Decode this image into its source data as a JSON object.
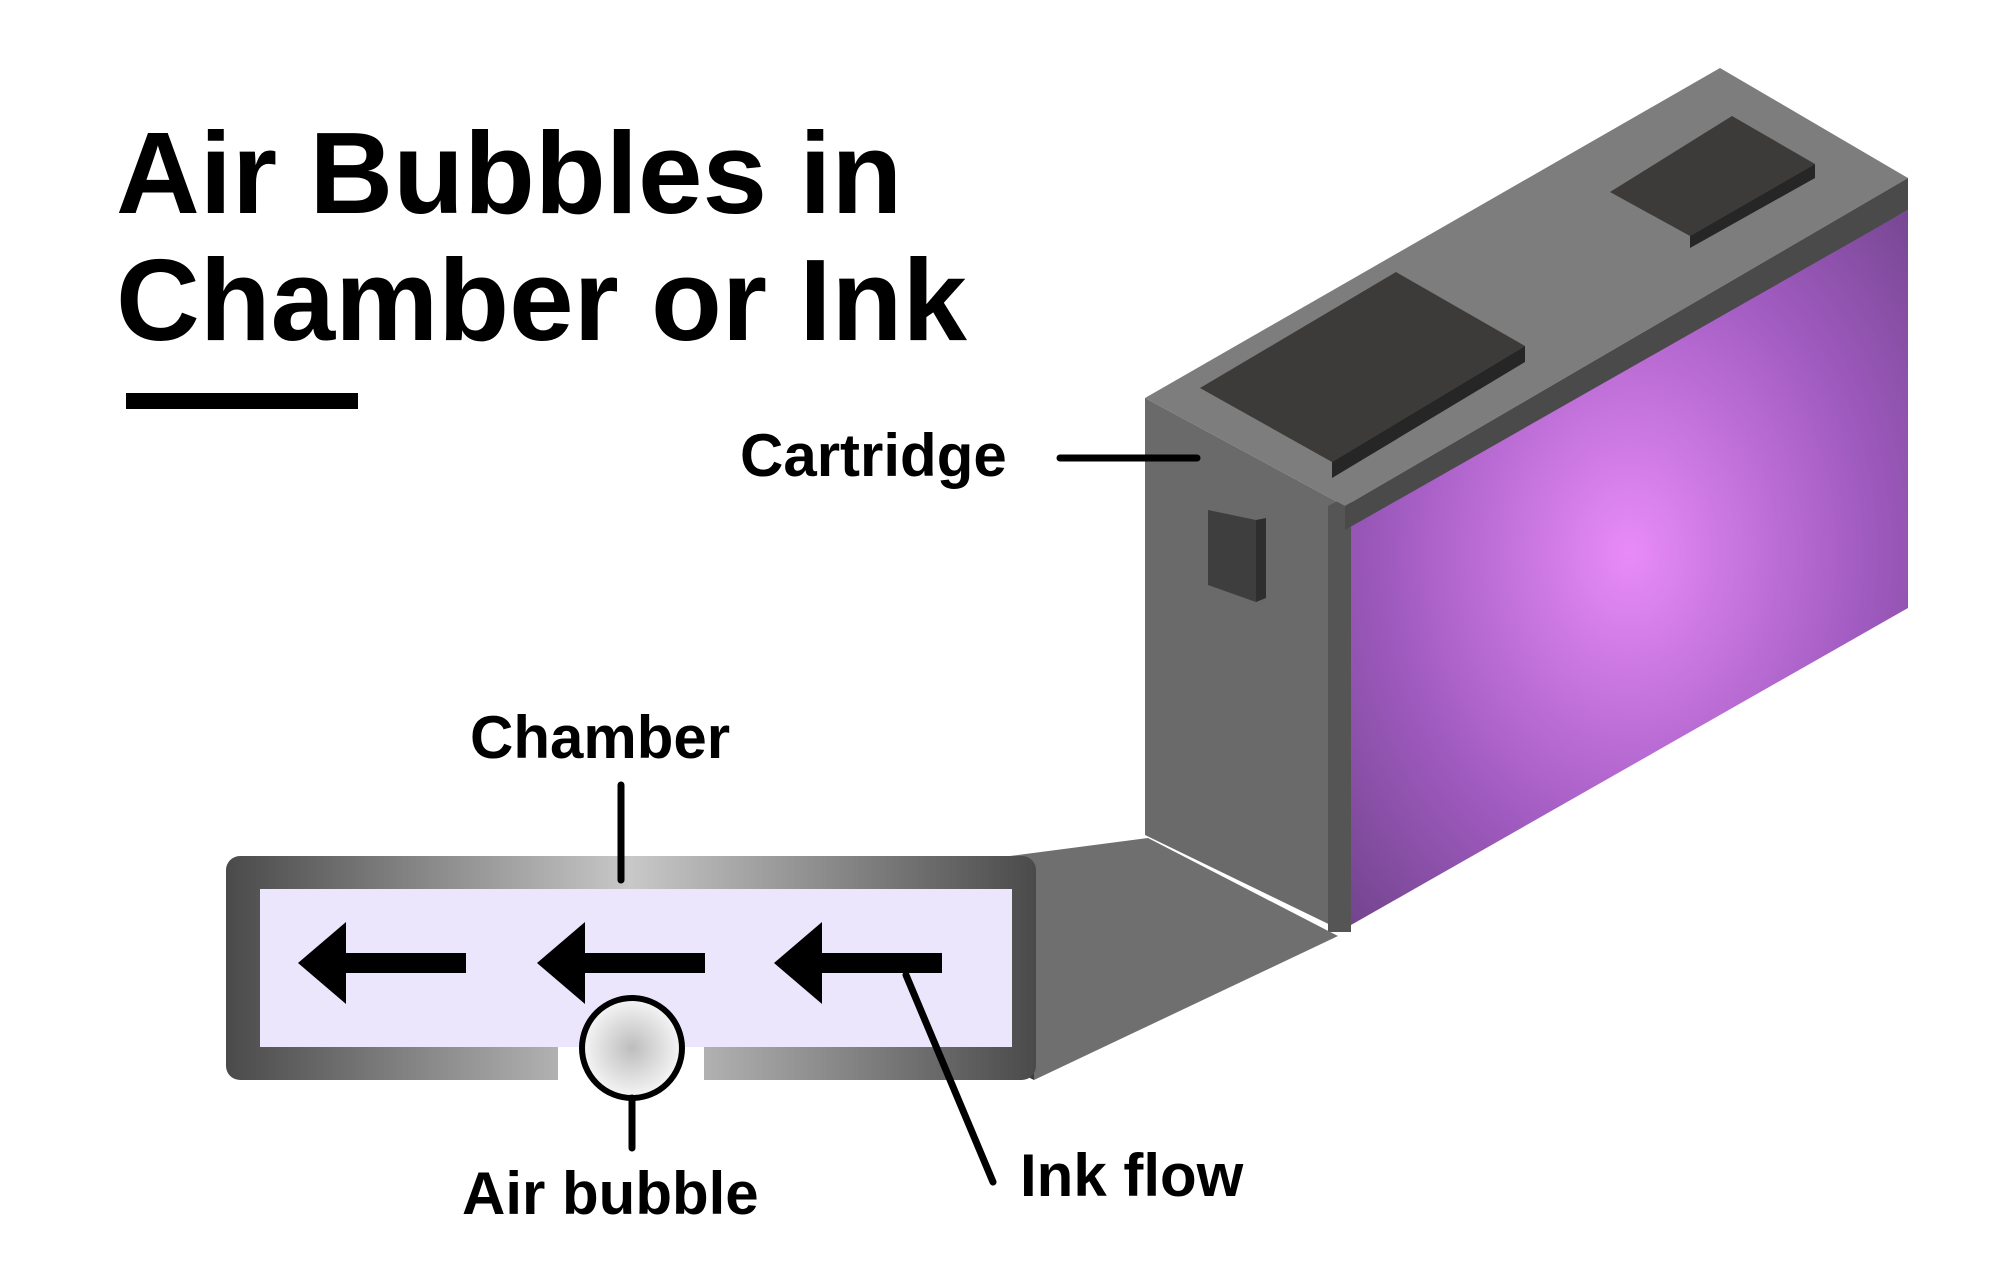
{
  "title": {
    "line1": "Air Bubbles in",
    "line2": "Chamber or Ink"
  },
  "labels": {
    "cartridge": "Cartridge",
    "chamber": "Chamber",
    "air_bubble": "Air bubble",
    "ink_flow": "Ink flow"
  },
  "colors": {
    "text": "#000000",
    "chamber_ink": "#ece6fd",
    "cartridge_top": "#7d7d7d",
    "cartridge_front": "#6a6a6a",
    "cartridge_pads": "#3c3b3a",
    "ink_window_center": "#e88bf8",
    "ink_window_edge": "#734590"
  },
  "icons": [
    "left-arrow-icon",
    "left-arrow-icon",
    "left-arrow-icon",
    "air-bubble-icon"
  ]
}
